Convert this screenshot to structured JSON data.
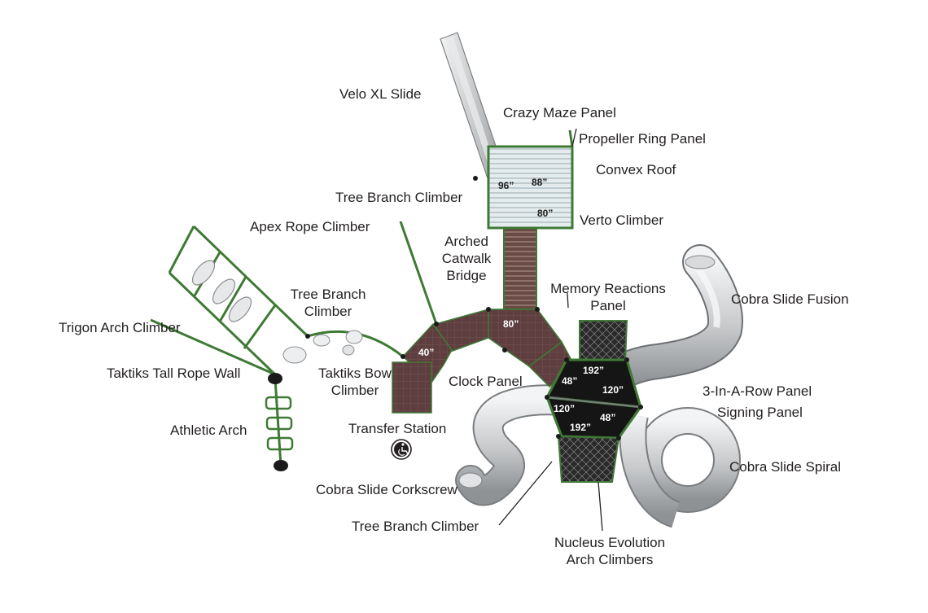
{
  "labels": {
    "velo_xl_slide": "Velo XL Slide",
    "crazy_maze_panel": "Crazy Maze Panel",
    "propeller_ring_panel": "Propeller Ring Panel",
    "convex_roof": "Convex Roof",
    "tree_branch_climber_top": "Tree Branch Climber",
    "verto_climber": "Verto Climber",
    "apex_rope_climber": "Apex Rope Climber",
    "arched_catwalk_bridge": [
      "Arched",
      "Catwalk",
      "Bridge"
    ],
    "memory_reactions_panel": [
      "Memory Reactions",
      "Panel"
    ],
    "cobra_slide_fusion": "Cobra Slide Fusion",
    "tree_branch_climber_left": [
      "Tree Branch",
      "Climber"
    ],
    "trigon_arch_climber": "Trigon Arch Climber",
    "taktiks_tall_rope_wall": "Taktiks Tall Rope Wall",
    "taktiks_bow_climber": [
      "Taktiks Bow",
      "Climber"
    ],
    "clock_panel": "Clock Panel",
    "three_in_a_row_panel": "3-In-A-Row Panel",
    "signing_panel": "Signing Panel",
    "athletic_arch": "Athletic Arch",
    "transfer_station": "Transfer Station",
    "cobra_slide_spiral": "Cobra Slide Spiral",
    "cobra_slide_corkscrew": "Cobra Slide Corkscrew",
    "tree_branch_climber_bottom": "Tree Branch Climber",
    "nucleus_evolution_arch_climbers": [
      "Nucleus Evolution",
      "Arch Climbers"
    ]
  },
  "deck_heights": {
    "roof_deck_a": "96”",
    "roof_deck_b": "88”",
    "roof_deck_c": "80”",
    "hub_deck": "80”",
    "left_deck": "40”",
    "hex_upper_top": "192”",
    "hex_upper_left": "48”",
    "hex_upper_right": "120”",
    "hex_lower_left": "120”",
    "hex_lower_right": "48”",
    "hex_lower_bottom": "192”"
  },
  "icons": {
    "transfer_station": "wheelchair-icon"
  },
  "colors": {
    "deck": "#5b3b3b",
    "frame_green": "#3f7a35",
    "slide_gray": "#c4c6c8",
    "roof": "#dfe8ea",
    "panel_black": "#1a1a1a",
    "text": "#231f20"
  }
}
